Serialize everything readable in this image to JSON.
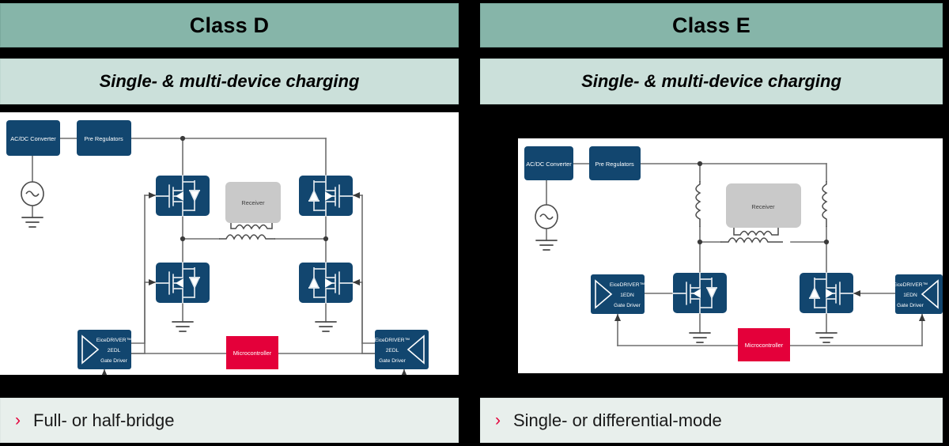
{
  "panels": [
    {
      "id": "class-d",
      "header": "Class D",
      "subtitle": "Single- & multi-device charging",
      "footer": "Full- or half-bridge",
      "footer_bullet": "›",
      "diagram": {
        "blocks": {
          "acdc": "AC/DC Converter",
          "prereg": "Pre Regulators",
          "receiver": "Receiver",
          "microcontroller": "Microcontroller",
          "driver_line1": "EiceDRIVER™",
          "driver_line2": "2EDL",
          "driver_line3": "Gate Driver"
        },
        "driver_count": 2,
        "mosfet_count": 4,
        "topology": "full-bridge"
      }
    },
    {
      "id": "class-e",
      "header": "Class E",
      "subtitle": "Single- & multi-device charging",
      "footer": "Single- or differential-mode",
      "footer_bullet": "›",
      "diagram": {
        "blocks": {
          "acdc": "AC/DC Converter",
          "prereg": "Pre Regulators",
          "receiver": "Receiver",
          "microcontroller": "Microcontroller",
          "driver_line1": "EiceDRIVER™",
          "driver_line2": "1EDN",
          "driver_line3": "Gate Driver"
        },
        "driver_count": 2,
        "mosfet_count": 2,
        "topology": "differential-mode"
      }
    }
  ],
  "colors": {
    "background": "#000000",
    "header_green": "#86b5a9",
    "subtitle_green": "#cbe0da",
    "footer_gray": "#e8efec",
    "block_blue": "#12466f",
    "accent_red": "#e4003a",
    "receiver_gray": "#c9c9c9",
    "wire_gray": "#6e6e6e",
    "diagram_bg": "#ffffff"
  }
}
